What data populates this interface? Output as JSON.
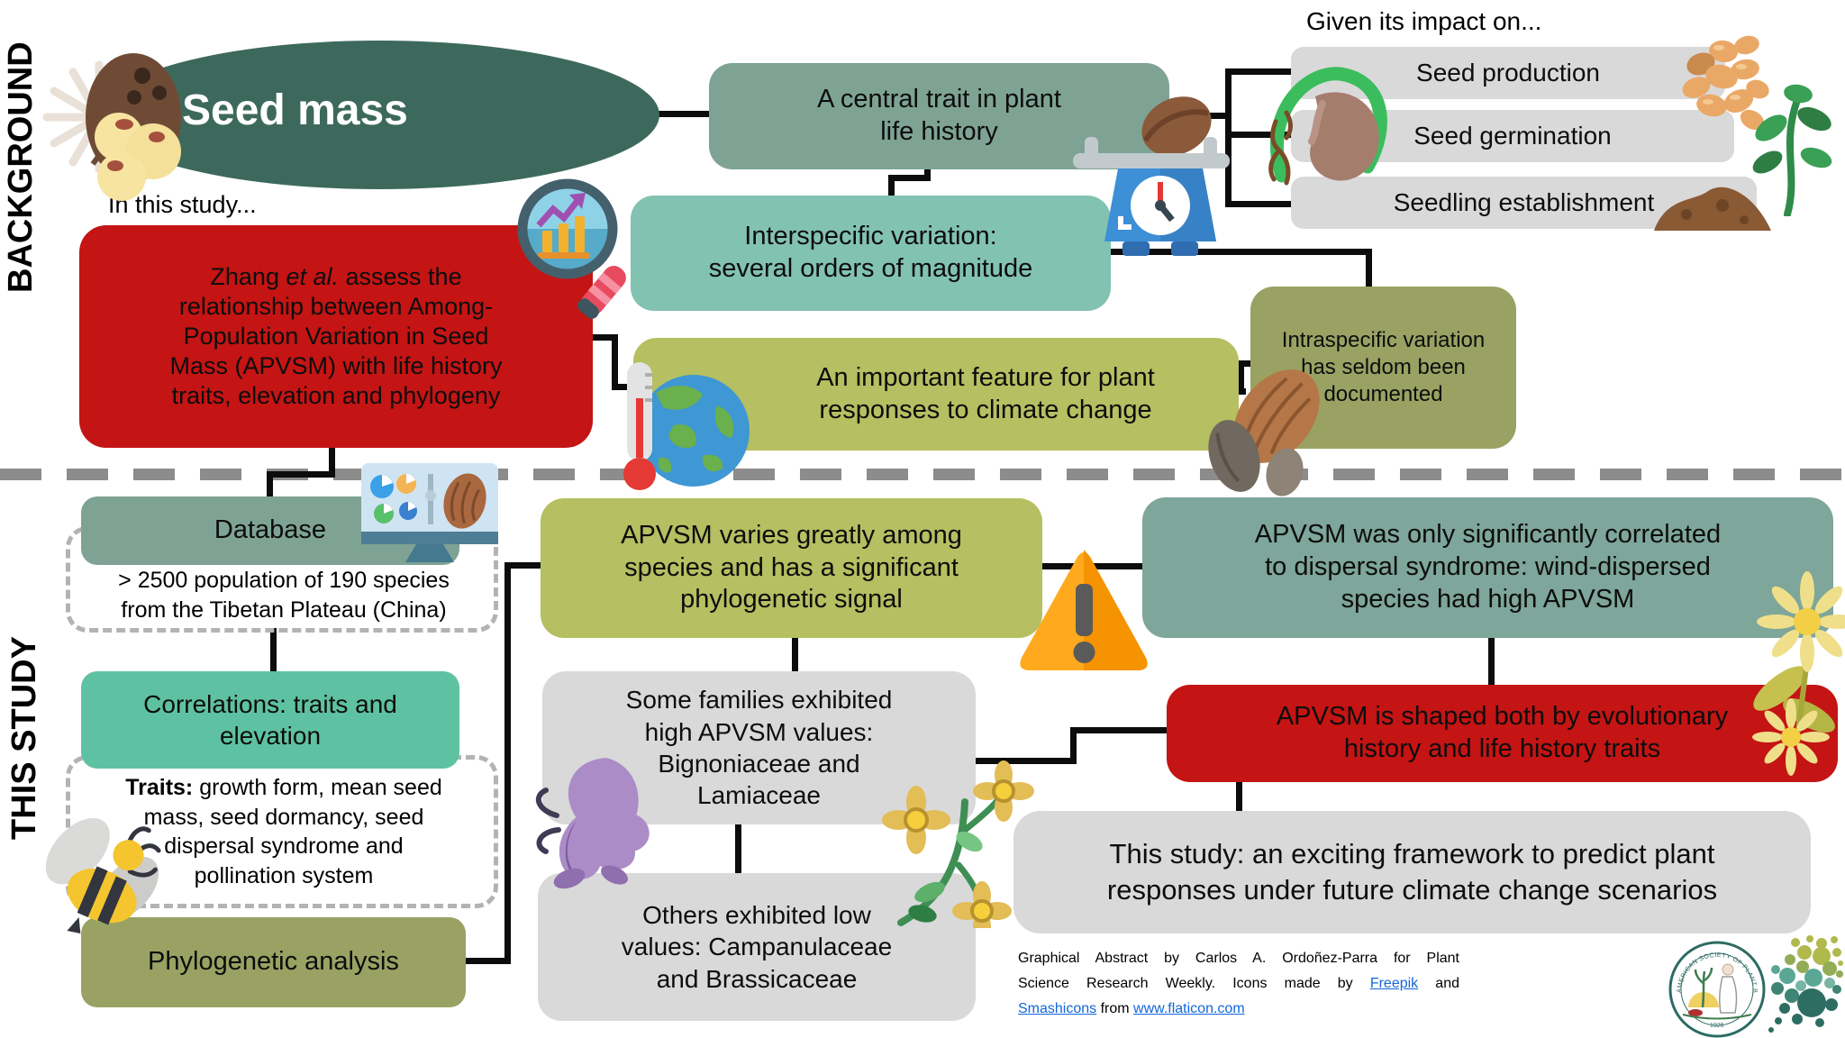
{
  "section_labels": {
    "background": "BACKGROUND",
    "this_study": "THIS STUDY"
  },
  "title": "Seed mass",
  "in_this_study_label": "In this study...",
  "given_impact_label": "Given its impact on...",
  "impact_items": [
    "Seed production",
    "Seed germination",
    "Seedling establishment"
  ],
  "background": {
    "central_trait": {
      "lines": [
        "A central trait in plant",
        "life history"
      ]
    },
    "interspecific": {
      "lines": [
        "Interspecific variation:",
        "several orders of magnitude"
      ]
    },
    "important_feature": {
      "lines": [
        "An important feature for plant",
        "responses to climate change"
      ]
    },
    "intraspecific": {
      "lines": [
        "Intraspecific variation",
        "has seldom been",
        "documented"
      ]
    },
    "zhang": {
      "line1": {
        "pre": "Zhang ",
        "italic": "et al.",
        "post": " assess the"
      },
      "lines": [
        "relationship between Among-",
        "Population Variation in Seed",
        "Mass (APVSM) with life history",
        "traits, elevation and phylogeny"
      ]
    }
  },
  "this_study": {
    "database": {
      "label": "Database",
      "note_lines": [
        "> 2500 population of 190 species",
        "from the Tibetan Plateau (China)"
      ]
    },
    "correlations": {
      "lines": [
        "Correlations: traits and",
        "elevation"
      ]
    },
    "traits_note": {
      "bold": "Traits:",
      "rest": " growth form, mean seed",
      "lines": [
        "mass, seed dormancy, seed",
        "dispersal syndrome and",
        "pollination system"
      ]
    },
    "phylogenetic": {
      "label": "Phylogenetic analysis"
    },
    "apvsm_varies": {
      "lines": [
        "APVSM varies greatly among",
        "species and has a significant",
        "phylogenetic signal"
      ]
    },
    "some_families": {
      "lines": [
        "Some families exhibited",
        "high APVSM values:",
        "Bignoniaceae and",
        "Lamiaceae"
      ]
    },
    "others_low": {
      "lines": [
        "Others exhibited low",
        "values: Campanulaceae",
        "and Brassicaceae"
      ]
    },
    "apvsm_correlated": {
      "lines": [
        "APVSM was only significantly correlated",
        "to dispersal syndrome: wind-dispersed",
        "species had high APVSM"
      ]
    },
    "apvsm_shaped": {
      "lines": [
        "APVSM is shaped both by evolutionary",
        "history and life history traits"
      ]
    },
    "framework": {
      "lines": [
        "This study: an exciting framework to predict plant",
        "responses under future climate change scenarios"
      ]
    }
  },
  "attribution": {
    "line1": "Graphical Abstract by Carlos A. Ordoñez-Parra for Plant",
    "line2_pre": "Science Research Weekly. Icons made by ",
    "freepik": "Freepik",
    "line2_post": " and",
    "smashicons": "Smashicons",
    "line3_mid": " from ",
    "flaticon": "www.flaticon.com"
  },
  "colors": {
    "dark_teal_ellipse": "#3d695c",
    "sage_box": "#7ea394",
    "teal_box": "#82c2b0",
    "mint_box": "#5ec2a2",
    "olive_box": "#b6bf61",
    "dark_olive_box": "#99a263",
    "red_box": "#c41414",
    "gray_box": "#d9d9d9",
    "sage_teal_box": "#7ea69b",
    "connector": "#0c0c0c",
    "dashed_divider": "#8c8c8c",
    "link_blue": "#1266d8",
    "warning_orange": "#f59b00"
  },
  "icons": {
    "dandelion-seed-icon": "white dandelion seed head",
    "cacao-seed-icon": "large brown seed",
    "popcorn-seeds-icon": "cream colored seeds",
    "chart-magnifier-icon": "magnifying glass over bar chart",
    "seed-scale-icon": "blue kitchen scale weighing a seed",
    "germinating-seed-icon": "sprouting bean seed with roots",
    "seeds-cluster-icon": "pile of orange seeds",
    "seedling-icon": "green seedling",
    "soil-mound-icon": "mound of soil",
    "globe-thermometer-icon": "globe with thermometer",
    "monitor-seed-icon": "computer monitor with charts and seed",
    "almond-seeds-icon": "brown almond-like seeds",
    "warning-icon": "orange warning triangle",
    "bee-icon": "bumblebee pollinator",
    "purple-flower-icon": "purple trumpet flower",
    "yellow-flowers-icon": "yellow wildflowers on stem",
    "dandelion-flower-icon": "yellow dandelion flowers",
    "aspb-seal-logo": "American Society of Plant Biologists seal",
    "leaf-dots-logo": "leaf made of dots logo"
  }
}
